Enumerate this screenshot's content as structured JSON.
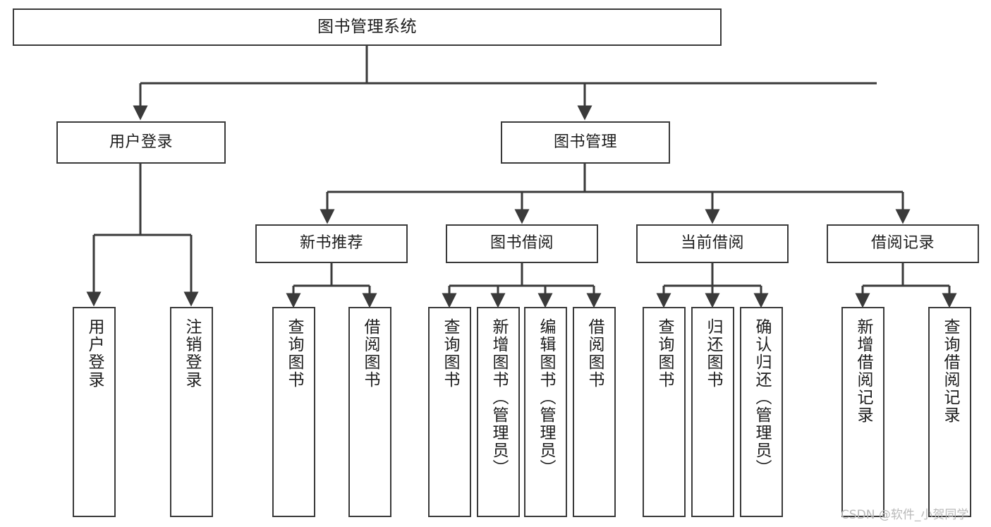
{
  "diagram": {
    "title": "图书管理系统",
    "type": "tree-hierarchy",
    "line_color": "#3a3a3a",
    "box_fill": "#ffffff",
    "text_color": "#1d1d1d",
    "nodes": {
      "root": {
        "label": "图书管理系统"
      },
      "level2": [
        {
          "id": "user-login",
          "label": "用户登录"
        },
        {
          "id": "book-manage",
          "label": "图书管理"
        }
      ],
      "level3": [
        {
          "id": "new-book-rec",
          "label": "新书推荐"
        },
        {
          "id": "book-borrow",
          "label": "图书借阅"
        },
        {
          "id": "current-borrow",
          "label": "当前借阅"
        },
        {
          "id": "borrow-record",
          "label": "借阅记录"
        }
      ],
      "leaves": {
        "user_login": [
          {
            "id": "leaf-user-login",
            "label": "用户登录"
          },
          {
            "id": "leaf-logout-login",
            "label": "注销登录"
          }
        ],
        "new_book_rec": [
          {
            "id": "leaf-query-book-1",
            "label": "查询图书"
          },
          {
            "id": "leaf-borrow-book-1",
            "label": "借阅图书"
          }
        ],
        "book_borrow": [
          {
            "id": "leaf-query-book-2",
            "label": "查询图书"
          },
          {
            "id": "leaf-add-book",
            "label": "新增图书（管理员）"
          },
          {
            "id": "leaf-edit-book",
            "label": "编辑图书（管理员）"
          },
          {
            "id": "leaf-borrow-book-2",
            "label": "借阅图书"
          }
        ],
        "current_borrow": [
          {
            "id": "leaf-query-book-3",
            "label": "查询图书"
          },
          {
            "id": "leaf-return-book",
            "label": "归还图书"
          },
          {
            "id": "leaf-confirm-return",
            "label": "确认归还（管理员）"
          }
        ],
        "borrow_record": [
          {
            "id": "leaf-add-record",
            "label": "新增借阅记录"
          },
          {
            "id": "leaf-query-record",
            "label": "查询借阅记录"
          }
        ]
      }
    }
  },
  "watermark": {
    "text": "CSDN @软件_小贺同学",
    "color": "#b9b9b9"
  }
}
